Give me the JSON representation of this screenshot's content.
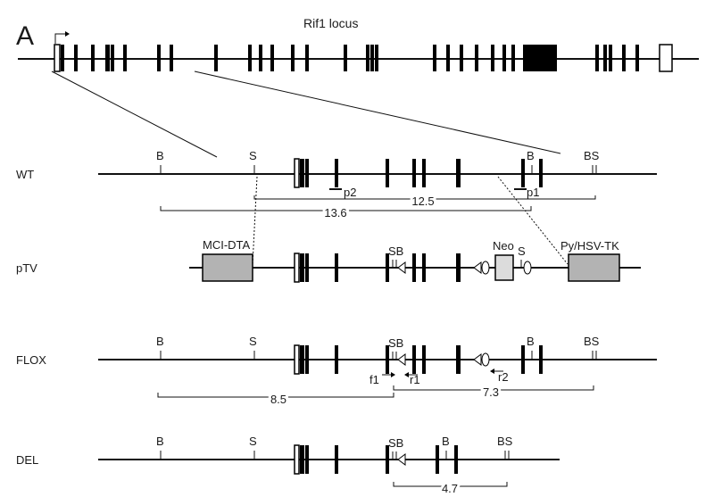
{
  "panel_label": "A",
  "locus_title": "Rif1 locus",
  "rows": {
    "wt": "WT",
    "ptv": "pTV",
    "flox": "FLOX",
    "del": "DEL"
  },
  "sites": {
    "b": "B",
    "s": "S",
    "sb": "SB",
    "bs": "BS"
  },
  "probes": {
    "p1": "p1",
    "p2": "p2"
  },
  "cassettes": {
    "mci_dta": "MCI-DTA",
    "neo": "Neo",
    "py_hsv_tk": "Py/HSV-TK"
  },
  "primers": {
    "f1": "f1",
    "r1": "r1",
    "r2": "r2"
  },
  "fragment_sizes_kb": {
    "wt_s_to_b": "12.5",
    "wt_b_to_b": "13.6",
    "flox_b_to_b": "8.5",
    "flox_b_to_bs": "7.3",
    "del_b_to_bs": "4.7"
  }
}
